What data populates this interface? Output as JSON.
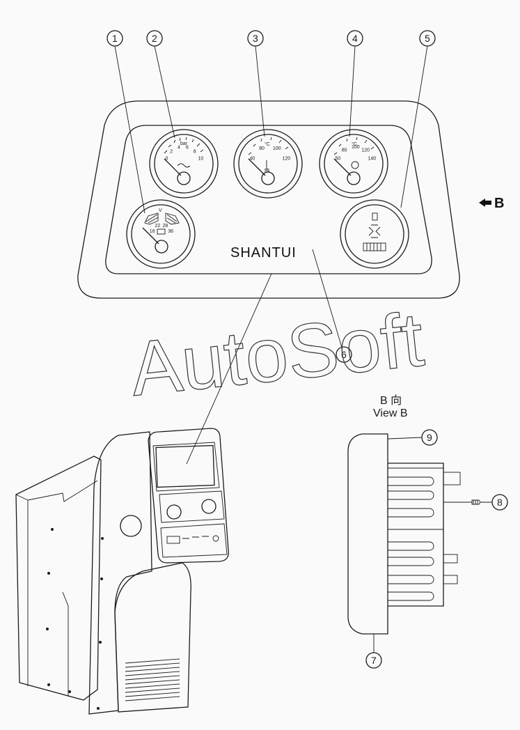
{
  "callouts": [
    "1",
    "2",
    "3",
    "4",
    "5",
    "6",
    "7",
    "8",
    "9"
  ],
  "panel": {
    "brand": "SHANTUI"
  },
  "gauges": {
    "voltmeter": {
      "unit": "V",
      "scale": [
        "16",
        "22",
        "28",
        "36"
      ]
    },
    "oil_pressure": {
      "unit": "bar",
      "scale": [
        "0",
        "2",
        "4",
        "6",
        "8",
        "10"
      ]
    },
    "water_temp": {
      "unit": "°C",
      "scale": [
        "40",
        "80",
        "100",
        "120"
      ]
    },
    "oil_temp": {
      "unit": "°C",
      "scale": [
        "50",
        "80",
        "100",
        "120",
        "140"
      ]
    }
  },
  "view_arrow_label": "B",
  "view_b": {
    "title_cn": "B 向",
    "title_en": "View B"
  },
  "watermark": "AutoSoft"
}
